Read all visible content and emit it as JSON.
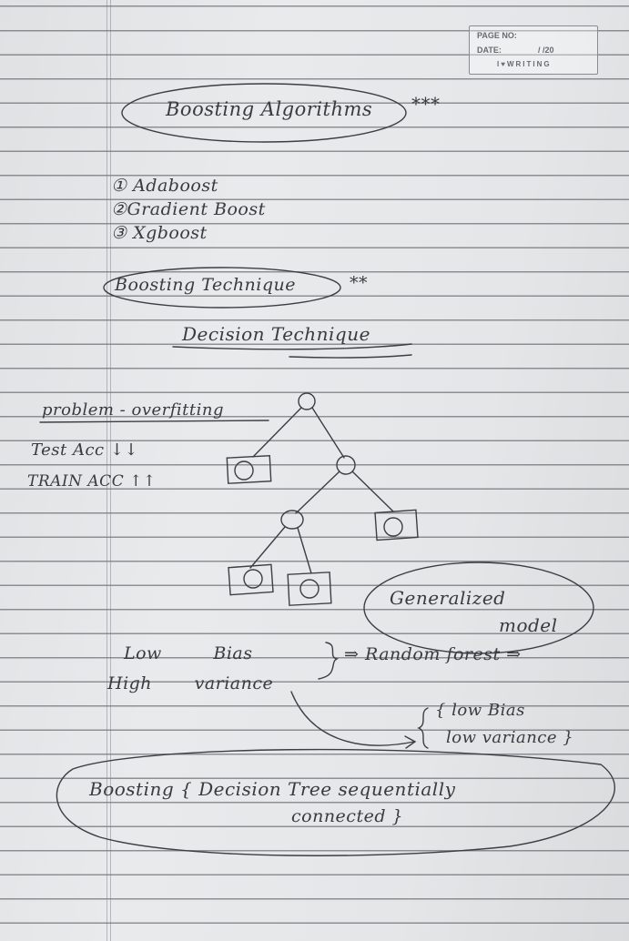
{
  "stamp": {
    "page_no_label": "PAGE NO:",
    "date_label": "DATE:",
    "date_value": "/   /20",
    "brand": "I♥WRITING"
  },
  "notes": {
    "title": "Boosting Algorithms",
    "title_marks": "***",
    "list": [
      "① Adaboost",
      "②Gradient Boost",
      "③ Xgboost"
    ],
    "technique_heading": "Boosting Technique",
    "technique_marks": "**",
    "decision_heading": "Decision Technique",
    "problem": "problem - overfitting",
    "test_acc": "Test Acc ↓↓",
    "train_acc": "TRAIN ACC ↑↑",
    "generalized_model": [
      "Generalized",
      "model"
    ],
    "low_bias": "Low Bias",
    "high_variance": "High variance",
    "random_forest": "⇒ Random forest ⇒",
    "low_bias_low_variance": [
      "{ low Bias",
      "low variance }"
    ],
    "boosting_definition": [
      "Boosting { Decision Tree sequentially",
      "connected }"
    ]
  }
}
